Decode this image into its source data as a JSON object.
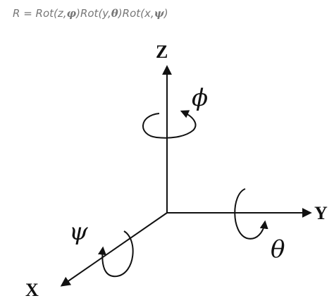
{
  "formula": {
    "lhs": "R",
    "eq": " = ",
    "rot_z_open": "Rot(z,",
    "phi": "φ",
    "rot_y_open": ")Rot(y,",
    "theta": "θ",
    "rot_x_open": ")Rot(x,",
    "psi": "ψ",
    "close": ")"
  },
  "axes": {
    "z_label": "Z",
    "y_label": "Y",
    "x_label": "X"
  },
  "angles": {
    "phi": "ϕ",
    "theta": "θ",
    "psi": "ψ"
  },
  "colors": {
    "line": "#111111",
    "formula_text": "#777777"
  }
}
